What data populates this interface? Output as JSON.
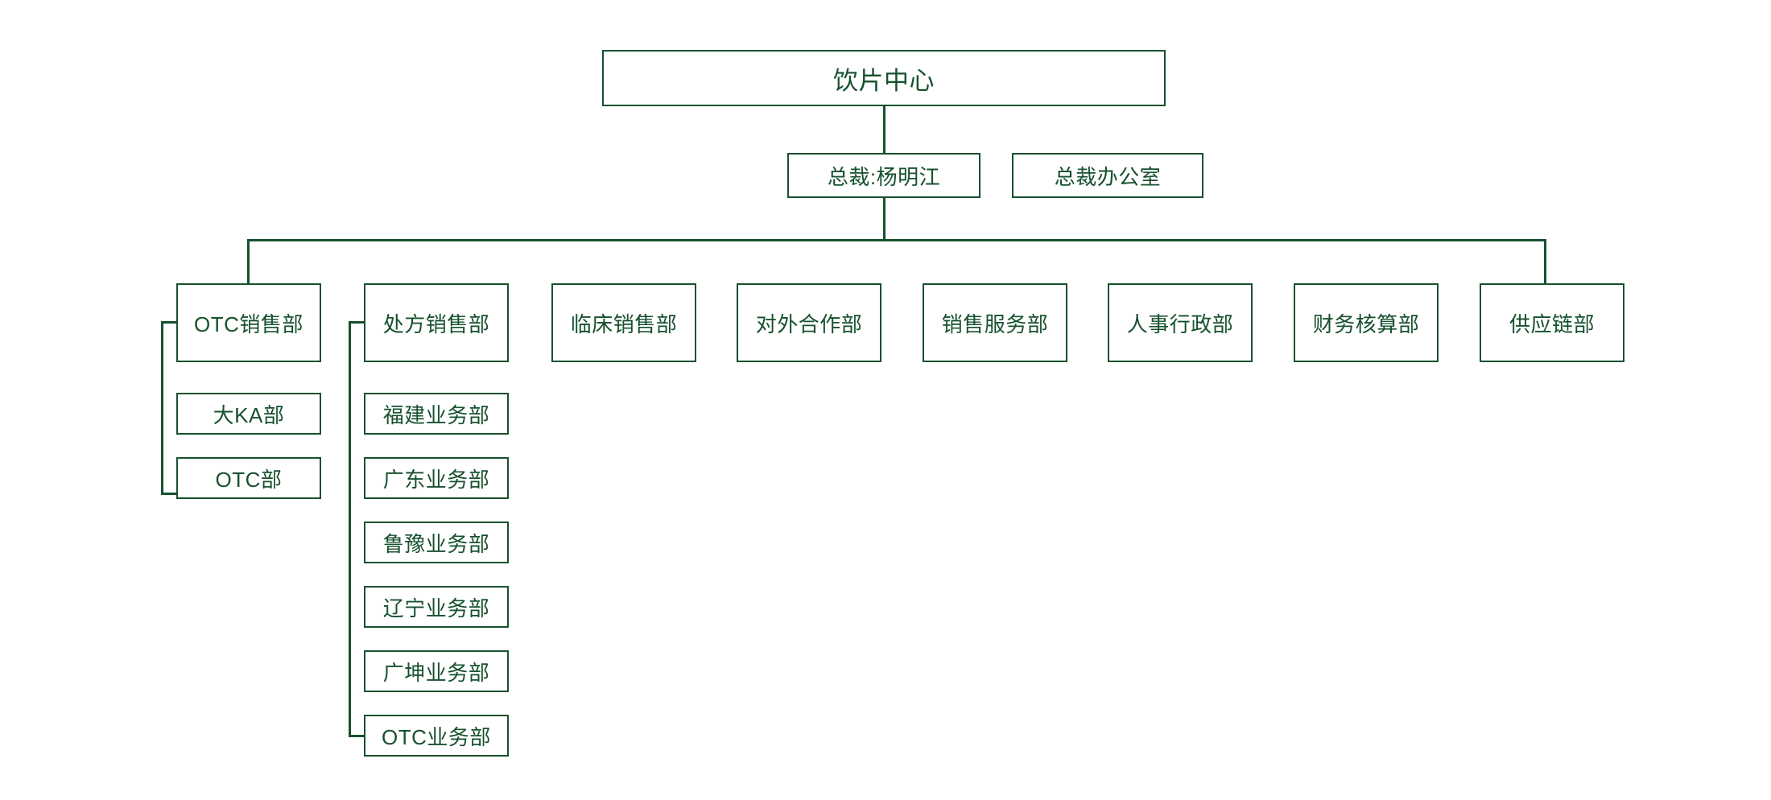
{
  "chart_data": {
    "type": "diagram",
    "diagram_kind": "organization-chart",
    "title": "饮片中心",
    "colors": {
      "stroke": "#17512e",
      "text": "#17512e",
      "background": "#ffffff"
    },
    "nodes": {
      "root": {
        "label": "饮片中心"
      },
      "executive": {
        "label": "总裁:杨明江"
      },
      "office": {
        "label": "总裁办公室"
      }
    },
    "departments": [
      {
        "label": "OTC销售部",
        "children": [
          "大KA部",
          "OTC部"
        ]
      },
      {
        "label": "处方销售部",
        "children": [
          "福建业务部",
          "广东业务部",
          "鲁豫业务部",
          "辽宁业务部",
          "广坤业务部",
          "OTC业务部"
        ]
      },
      {
        "label": "临床销售部",
        "children": []
      },
      {
        "label": "对外合作部",
        "children": []
      },
      {
        "label": "销售服务部",
        "children": []
      },
      {
        "label": "人事行政部",
        "children": []
      },
      {
        "label": "财务核算部",
        "children": []
      },
      {
        "label": "供应链部",
        "children": []
      }
    ],
    "sub_departments": {
      "otc_sales": [
        "大KA部",
        "OTC部"
      ],
      "prescription_sales": [
        "福建业务部",
        "广东业务部",
        "鲁豫业务部",
        "辽宁业务部",
        "广坤业务部",
        "OTC业务部"
      ]
    }
  }
}
